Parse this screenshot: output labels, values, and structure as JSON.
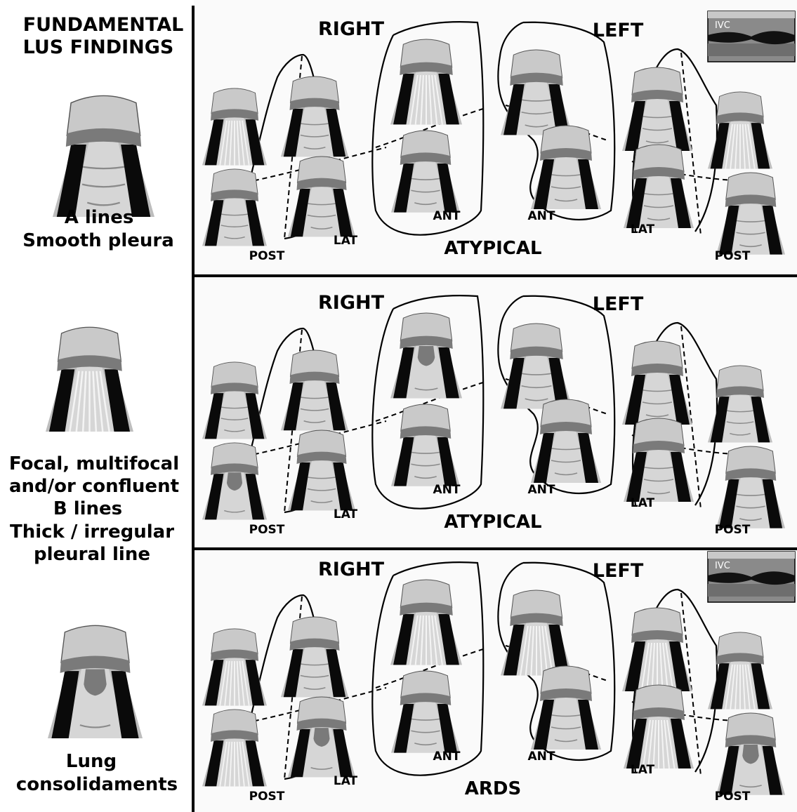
{
  "legend": {
    "title_lines": [
      "FUNDAMENTAL",
      "LUS FINDINGS"
    ],
    "findings": [
      {
        "type": "a",
        "label_lines": [
          "A lines",
          "Smooth pleura"
        ]
      },
      {
        "type": "b",
        "label_lines": [
          "Focal, multifocal",
          "and/or confluent",
          "B lines",
          "Thick / irregular",
          "pleural line"
        ]
      },
      {
        "type": "c",
        "label_lines": [
          "Lung",
          "consolidaments"
        ]
      }
    ]
  },
  "panels": [
    {
      "right_label": "RIGHT",
      "left_label": "LEFT",
      "footer": "ATYPICAL",
      "zone_labels": [
        "POST",
        "LAT",
        "ANT",
        "ANT",
        "LAT",
        "POST"
      ],
      "ivc_inset": {
        "label": "IVC"
      },
      "probes": {
        "right_post_upper": "b",
        "right_post_lower": "a",
        "right_lat_upper": "a",
        "right_lat_lower": "a",
        "right_ant_upper": "b",
        "right_ant_lower": "a",
        "left_ant_upper": "a",
        "left_ant_lower": "a",
        "left_lat_upper": "a",
        "left_lat_lower": "a",
        "left_post_upper": "b",
        "left_post_lower": "a"
      }
    },
    {
      "right_label": "RIGHT",
      "left_label": "LEFT",
      "footer": "ATYPICAL",
      "zone_labels": [
        "POST",
        "LAT",
        "ANT",
        "ANT",
        "LAT",
        "POST"
      ],
      "ivc_inset": null,
      "probes": {
        "right_post_upper": "a",
        "right_post_lower": "c",
        "right_lat_upper": "a",
        "right_lat_lower": "a",
        "right_ant_upper": "c",
        "right_ant_lower": "a",
        "left_ant_upper": "a",
        "left_ant_lower": "a",
        "left_lat_upper": "a",
        "left_lat_lower": "a",
        "left_post_upper": "a",
        "left_post_lower": "a"
      }
    },
    {
      "right_label": "RIGHT",
      "left_label": "LEFT",
      "footer": "ARDS",
      "zone_labels": [
        "POST",
        "LAT",
        "ANT",
        "ANT",
        "LAT",
        "POST"
      ],
      "ivc_inset": {
        "label": "IVC"
      },
      "probes": {
        "right_post_upper": "b",
        "right_post_lower": "b",
        "right_lat_upper": "a",
        "right_lat_lower": "c",
        "right_ant_upper": "b",
        "right_ant_lower": "a",
        "left_ant_upper": "b",
        "left_ant_lower": "a",
        "left_lat_upper": "b",
        "left_lat_lower": "b",
        "left_post_upper": "b",
        "left_post_lower": "c"
      }
    }
  ],
  "colors": {
    "line": "#000000",
    "probe_dark": "#7a7a7a",
    "probe_light": "#c9c9c9",
    "lung_fill": "#d6d6d6",
    "consolidation": "#7a7a7a",
    "panel_bg": "#fafafa"
  }
}
